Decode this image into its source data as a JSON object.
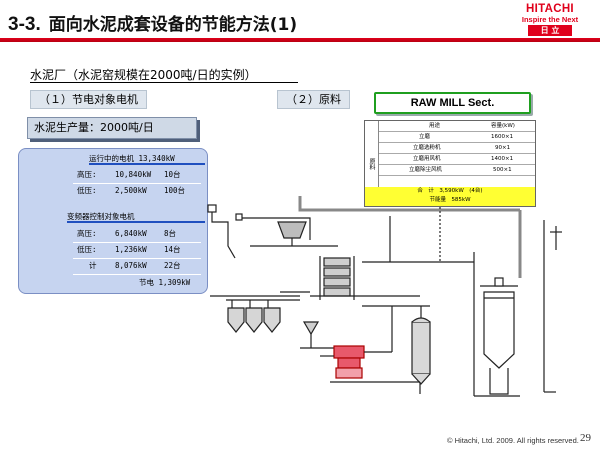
{
  "header": {
    "number": "3-3.",
    "title": "面向水泥成套设备的节能方法(1)"
  },
  "logo": {
    "brand": "HITACHI",
    "tagline": "Inspire the Next",
    "kanji": "日 立"
  },
  "subtitle": "水泥厂（水泥窑规模在2000吨/日的实例）",
  "chips": {
    "left": "（１）节电对象电机",
    "right": "（２）原料"
  },
  "production": "水泥生产量：2000吨/日",
  "motor_panel": {
    "running_header": "运行中的电机 13,340kW",
    "running_rows": [
      {
        "label": "高压:",
        "power": "10,840kW",
        "count": "10台"
      },
      {
        "label": "低压:",
        "power": "2,500kW",
        "count": "100台"
      }
    ],
    "vfd_header": "变频器控制对象电机",
    "vfd_rows": [
      {
        "label": "高压:",
        "power": "6,840kW",
        "count": "8台"
      },
      {
        "label": "低压:",
        "power": "1,236kW",
        "count": "14台"
      },
      {
        "label": "计",
        "power": "8,076kW",
        "count": "22台"
      }
    ],
    "saving": "节电  1,309kW"
  },
  "raw_mill": {
    "label": "RAW MILL Sect.",
    "table": {
      "side_label": "原料",
      "col_use": "用途",
      "col_capacity": "容量(kW)",
      "rows": [
        {
          "use": "立磨",
          "capacity": "1600×1"
        },
        {
          "use": "立磨选粉机",
          "capacity": "90×1"
        },
        {
          "use": "立磨用风机",
          "capacity": "1400×1"
        },
        {
          "use": "立磨除尘风机",
          "capacity": "500×1"
        }
      ],
      "total": "合　计　3,590kW　(4台)",
      "saving": "节能量　585kW"
    }
  },
  "footer": {
    "copyright": "© Hitachi, Ltd. 2009.  All rights reserved.",
    "page": "29"
  },
  "colors": {
    "accent_red": "#e0001b",
    "panel_blue": "#c6d4f0",
    "table_yellow": "#ffff33",
    "raw_mill_border": "#1f9f1f"
  }
}
